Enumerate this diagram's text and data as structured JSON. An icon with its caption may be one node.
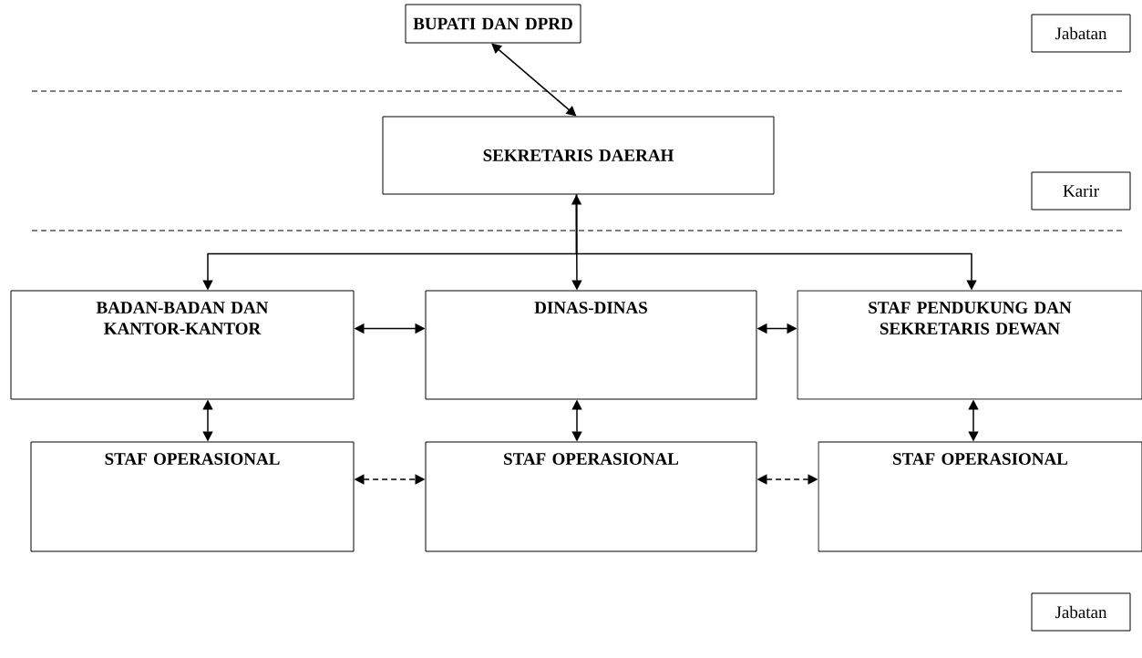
{
  "diagram": {
    "nodes": [
      {
        "text": [
          "BUPATI DAN DPRD"
        ]
      },
      {
        "text": [
          "Jabatan"
        ]
      },
      {
        "text": [
          "SEKRETARIS DAERAH"
        ]
      },
      {
        "text": [
          "Karir"
        ]
      },
      {
        "text": [
          "BADAN-BADAN DAN KANTOR-KANTOR"
        ]
      },
      {
        "text": [
          "DINAS-DINAS"
        ]
      },
      {
        "text": [
          "STAF PENDUKUNG DAN SEKRETARIS DEWAN"
        ]
      },
      {
        "text": [
          "STAF OPERASIONAL"
        ]
      },
      {
        "text": [
          "STAF OPERASIONAL"
        ]
      },
      {
        "text": [
          "STAF OPERASIONAL"
        ]
      },
      {
        "text": [
          "Jabatan"
        ]
      }
    ],
    "edges": [
      {
        "from": 0,
        "to": 2,
        "arrow": "both"
      },
      {
        "from": 2,
        "to": 5,
        "arrow": "both"
      },
      {
        "from": 2,
        "to": 4,
        "arrow": "to"
      },
      {
        "from": 2,
        "to": 6,
        "arrow": "to"
      },
      {
        "from": 4,
        "to": 5,
        "arrow": "both"
      },
      {
        "from": 5,
        "to": 6,
        "arrow": "both"
      },
      {
        "from": 4,
        "to": 7,
        "arrow": "both"
      },
      {
        "from": 5,
        "to": 8,
        "arrow": "both"
      },
      {
        "from": 6,
        "to": 9,
        "arrow": "both"
      },
      {
        "from": 7,
        "to": 8,
        "arrow": "both",
        "style": "dashed"
      },
      {
        "from": 8,
        "to": 9,
        "arrow": "both",
        "style": "dashed"
      }
    ]
  }
}
